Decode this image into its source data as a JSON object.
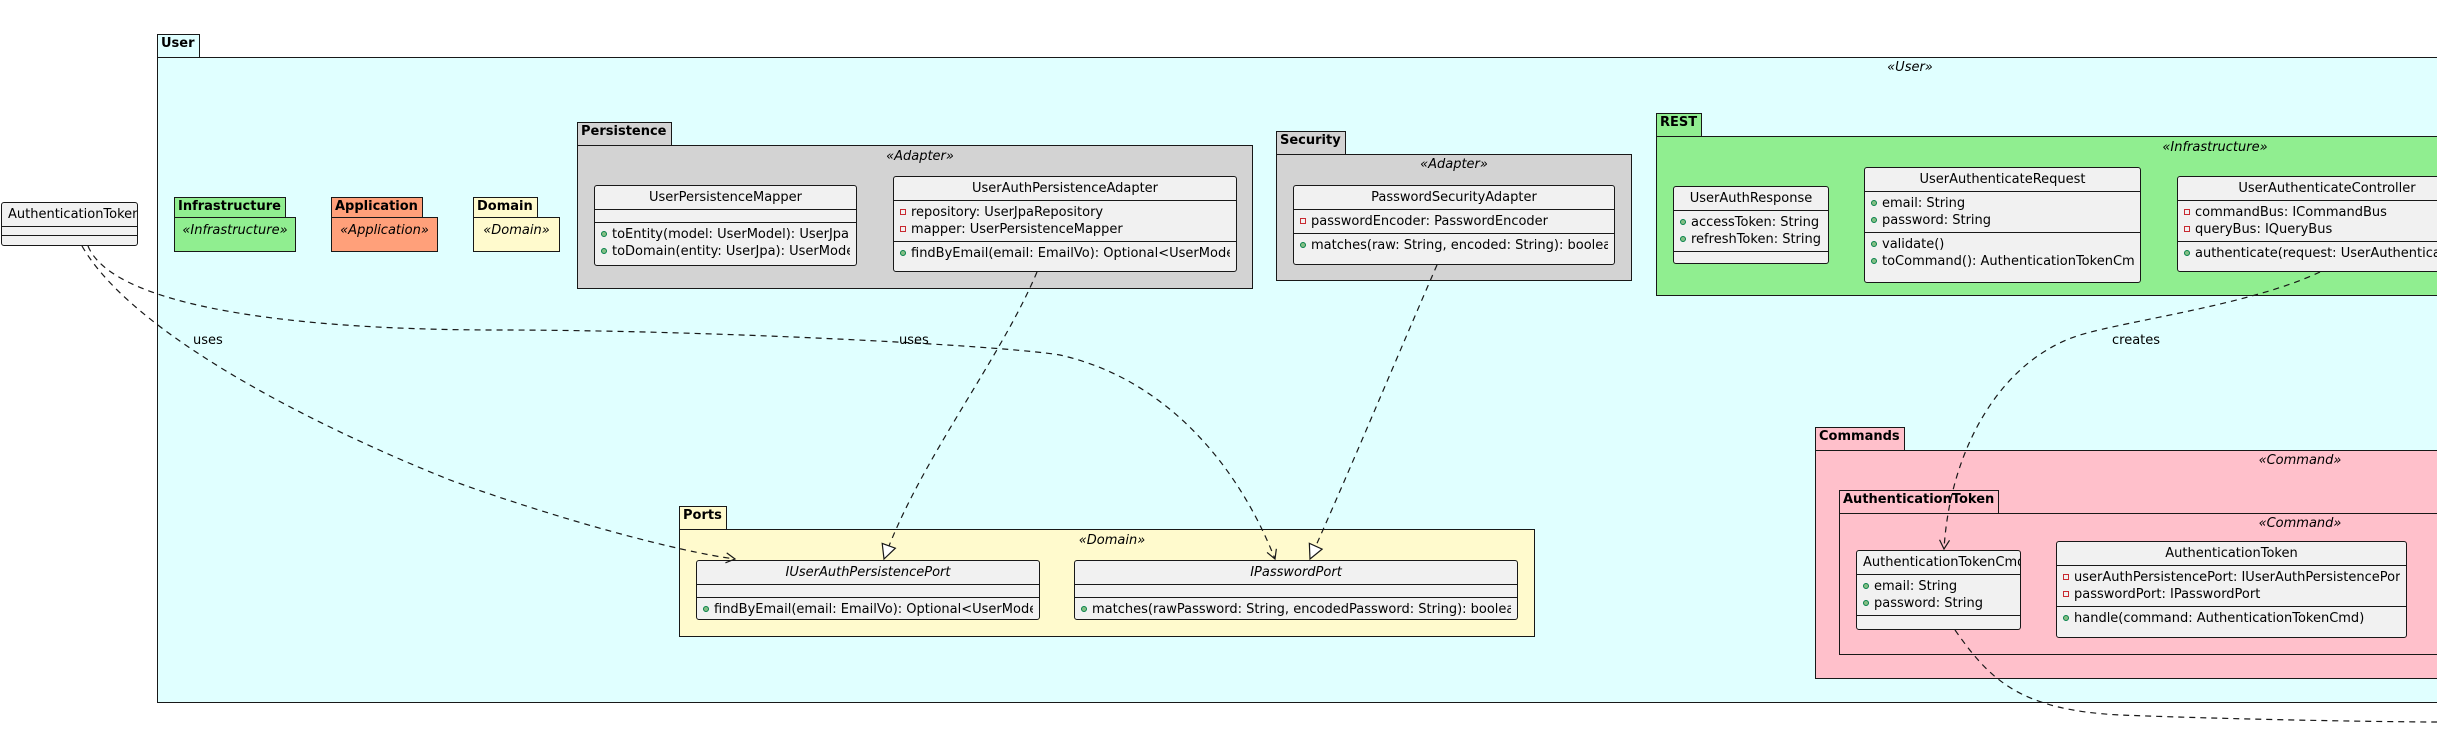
{
  "colors": {
    "user_bg": "#e0ffff",
    "infrastructure": "#90ee90",
    "application": "#ffa07a",
    "domain": "#fffacd",
    "adapter": "#d3d3d3",
    "command": "#ffc0cb",
    "class_bg": "#f1f1f1"
  },
  "packages": {
    "user": {
      "name": "User",
      "stereotype": "«User»"
    },
    "infrastructure": {
      "name": "Infrastructure",
      "stereotype": "«Infrastructure»"
    },
    "application": {
      "name": "Application",
      "stereotype": "«Application»"
    },
    "domain": {
      "name": "Domain",
      "stereotype": "«Domain»"
    },
    "persistence": {
      "name": "Persistence",
      "stereotype": "«Adapter»"
    },
    "security": {
      "name": "Security",
      "stereotype": "«Adapter»"
    },
    "rest": {
      "name": "REST",
      "stereotype": "«Infrastructure»"
    },
    "ports": {
      "name": "Ports",
      "stereotype": "«Domain»"
    },
    "commands": {
      "name": "Commands",
      "stereotype": "«Command»"
    },
    "auth_token_pkg": {
      "name": "AuthenticationToken",
      "stereotype": "«Command»"
    }
  },
  "classes": {
    "authentication_token_ext": {
      "name": "AuthenticationToken"
    },
    "user_persistence_mapper": {
      "name": "UserPersistenceMapper",
      "fields": [],
      "methods": [
        {
          "vis": "public",
          "text": "toEntity(model: UserModel): UserJpa"
        },
        {
          "vis": "public",
          "text": "toDomain(entity: UserJpa): UserModel"
        }
      ]
    },
    "user_auth_persistence_adapter": {
      "name": "UserAuthPersistenceAdapter",
      "fields": [
        {
          "vis": "private",
          "text": "repository: UserJpaRepository"
        },
        {
          "vis": "private",
          "text": "mapper: UserPersistenceMapper"
        }
      ],
      "methods": [
        {
          "vis": "public",
          "text": "findByEmail(email: EmailVo): Optional<UserModel>"
        }
      ]
    },
    "password_security_adapter": {
      "name": "PasswordSecurityAdapter",
      "fields": [
        {
          "vis": "private",
          "text": "passwordEncoder: PasswordEncoder"
        }
      ],
      "methods": [
        {
          "vis": "public",
          "text": "matches(raw: String, encoded: String): boolean"
        }
      ]
    },
    "user_auth_response": {
      "name": "UserAuthResponse",
      "fields": [
        {
          "vis": "public",
          "text": "accessToken: String"
        },
        {
          "vis": "public",
          "text": "refreshToken: String"
        }
      ],
      "methods": []
    },
    "user_authenticate_request": {
      "name": "UserAuthenticateRequest",
      "fields": [
        {
          "vis": "public",
          "text": "email: String"
        },
        {
          "vis": "public",
          "text": "password: String"
        }
      ],
      "methods": [
        {
          "vis": "public",
          "text": "validate()"
        },
        {
          "vis": "public",
          "text": "toCommand(): AuthenticationTokenCmd"
        }
      ]
    },
    "user_authenticate_controller": {
      "name": "UserAuthenticateController",
      "fields": [
        {
          "vis": "private",
          "text": "commandBus: ICommandBus"
        },
        {
          "vis": "private",
          "text": "queryBus: IQueryBus"
        }
      ],
      "methods": [
        {
          "vis": "public",
          "text": "authenticate(request: UserAuthenticateRequest)"
        }
      ]
    },
    "i_user_auth_persistence_port": {
      "name": "IUserAuthPersistencePort",
      "fields": [],
      "methods": [
        {
          "vis": "public",
          "text": "findByEmail(email: EmailVo): Optional<UserModel>"
        }
      ]
    },
    "i_password_port": {
      "name": "IPasswordPort",
      "fields": [],
      "methods": [
        {
          "vis": "public",
          "text": "matches(rawPassword: String, encodedPassword: String): boolean"
        }
      ]
    },
    "authentication_token_cmd": {
      "name": "AuthenticationTokenCmd",
      "fields": [
        {
          "vis": "public",
          "text": "email: String"
        },
        {
          "vis": "public",
          "text": "password: String"
        }
      ],
      "methods": []
    },
    "authentication_token_handler": {
      "name": "AuthenticationToken",
      "fields": [
        {
          "vis": "private",
          "text": "userAuthPersistencePort: IUserAuthPersistencePort"
        },
        {
          "vis": "private",
          "text": "passwordPort: IPasswordPort"
        }
      ],
      "methods": [
        {
          "vis": "public",
          "text": "handle(command: AuthenticationTokenCmd)"
        }
      ]
    }
  },
  "links": {
    "uses_1": "uses",
    "uses_2": "uses",
    "creates": "creates"
  }
}
